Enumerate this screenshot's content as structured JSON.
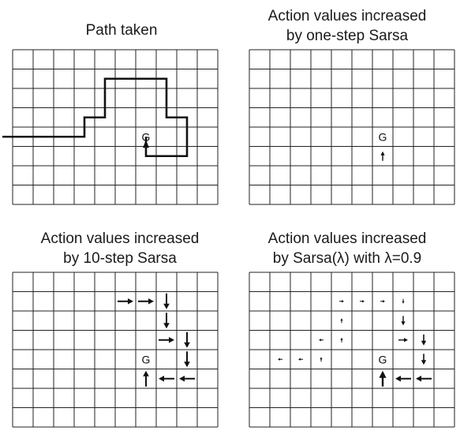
{
  "panels": [
    {
      "id": "path",
      "title_lines": [
        "Path taken"
      ],
      "goal_label": "G",
      "cols": 10,
      "rows": 8,
      "goal": [
        6,
        4
      ],
      "path": [
        [
          -0.5,
          4.5
        ],
        [
          3.5,
          4.5
        ],
        [
          3.5,
          3.5
        ],
        [
          4.5,
          3.5
        ],
        [
          4.5,
          1.5
        ],
        [
          7.5,
          1.5
        ],
        [
          7.5,
          3.5
        ],
        [
          8.5,
          3.5
        ],
        [
          8.5,
          5.5
        ],
        [
          6.5,
          5.5
        ],
        [
          6.5,
          4.5
        ]
      ],
      "arrows": []
    },
    {
      "id": "one-step",
      "title_lines": [
        "Action values increased",
        "by one-step Sarsa"
      ],
      "goal_label": "G",
      "cols": 10,
      "rows": 8,
      "goal": [
        6,
        4
      ],
      "arrows": [
        {
          "cell": [
            6,
            5
          ],
          "dir": "up",
          "size": "small"
        }
      ]
    },
    {
      "id": "ten-step",
      "title_lines": [
        "Action values increased",
        "by 10-step Sarsa"
      ],
      "goal_label": "G",
      "cols": 10,
      "rows": 8,
      "goal": [
        6,
        4
      ],
      "arrows": [
        {
          "cell": [
            5,
            1
          ],
          "dir": "right",
          "size": "big"
        },
        {
          "cell": [
            6,
            1
          ],
          "dir": "right",
          "size": "big"
        },
        {
          "cell": [
            7,
            1
          ],
          "dir": "down",
          "size": "big"
        },
        {
          "cell": [
            7,
            2
          ],
          "dir": "down",
          "size": "big"
        },
        {
          "cell": [
            7,
            3
          ],
          "dir": "right",
          "size": "big"
        },
        {
          "cell": [
            8,
            3
          ],
          "dir": "down",
          "size": "big"
        },
        {
          "cell": [
            8,
            4
          ],
          "dir": "down",
          "size": "big"
        },
        {
          "cell": [
            8,
            5
          ],
          "dir": "left",
          "size": "big"
        },
        {
          "cell": [
            7,
            5
          ],
          "dir": "left",
          "size": "big"
        },
        {
          "cell": [
            6,
            5
          ],
          "dir": "up",
          "size": "big"
        }
      ]
    },
    {
      "id": "lambda",
      "title_lines": [
        "Action values increased",
        "by Sarsa(λ) with λ=0.9"
      ],
      "goal_label": "G",
      "cols": 10,
      "rows": 8,
      "goal": [
        6,
        4
      ],
      "arrows": [
        {
          "cell": [
            1,
            4
          ],
          "dir": "left",
          "size": "tiny"
        },
        {
          "cell": [
            2,
            4
          ],
          "dir": "left",
          "size": "tiny"
        },
        {
          "cell": [
            3,
            4
          ],
          "dir": "up",
          "size": "tiny"
        },
        {
          "cell": [
            3,
            3
          ],
          "dir": "left",
          "size": "tiny"
        },
        {
          "cell": [
            4,
            3
          ],
          "dir": "up",
          "size": "tiny"
        },
        {
          "cell": [
            4,
            2
          ],
          "dir": "up",
          "size": "tiny"
        },
        {
          "cell": [
            4,
            1
          ],
          "dir": "right",
          "size": "tiny"
        },
        {
          "cell": [
            5,
            1
          ],
          "dir": "right",
          "size": "tiny"
        },
        {
          "cell": [
            6,
            1
          ],
          "dir": "right",
          "size": "tiny"
        },
        {
          "cell": [
            7,
            1
          ],
          "dir": "down",
          "size": "tiny"
        },
        {
          "cell": [
            7,
            2
          ],
          "dir": "down",
          "size": "small"
        },
        {
          "cell": [
            7,
            3
          ],
          "dir": "right",
          "size": "small"
        },
        {
          "cell": [
            8,
            3
          ],
          "dir": "down",
          "size": "medium"
        },
        {
          "cell": [
            8,
            4
          ],
          "dir": "down",
          "size": "medium"
        },
        {
          "cell": [
            8,
            5
          ],
          "dir": "left",
          "size": "big"
        },
        {
          "cell": [
            7,
            5
          ],
          "dir": "left",
          "size": "big"
        },
        {
          "cell": [
            6,
            5
          ],
          "dir": "up",
          "size": "huge"
        }
      ]
    }
  ]
}
